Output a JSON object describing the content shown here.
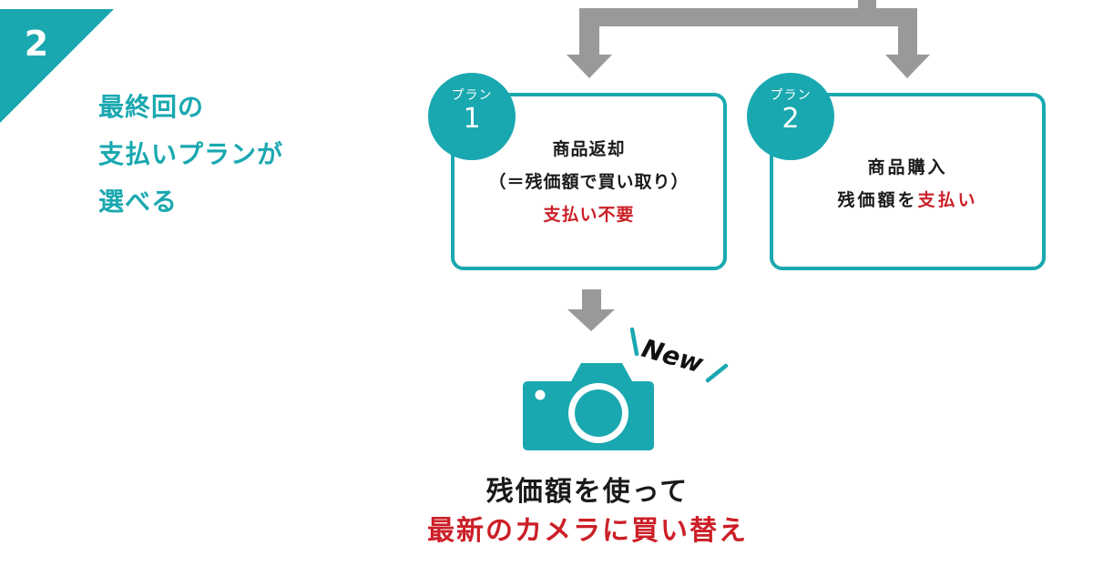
{
  "step": {
    "number": "2"
  },
  "heading": {
    "lines": [
      "最終回の",
      "支払いプランが",
      "選べる"
    ]
  },
  "plans": [
    {
      "label": "プラン",
      "number": "1",
      "lines": [
        "商品返却",
        "（＝残価額で買い取り）"
      ],
      "highlight": "支払い不要"
    },
    {
      "label": "プラン",
      "number": "2",
      "line1": "商品購入",
      "line2_prefix": "残価額を",
      "highlight": "支払い"
    }
  ],
  "new_badge": {
    "text": "New"
  },
  "icons": {
    "camera": "camera-icon",
    "arrow": "down-arrow-icon"
  },
  "bottom": {
    "line1": "残価額を使って",
    "line2": "最新のカメラに買い替え"
  },
  "colors": {
    "accent": "#1aa8b0",
    "arrow": "#999999",
    "highlight": "#cc1f27",
    "text": "#1a1a1a"
  }
}
